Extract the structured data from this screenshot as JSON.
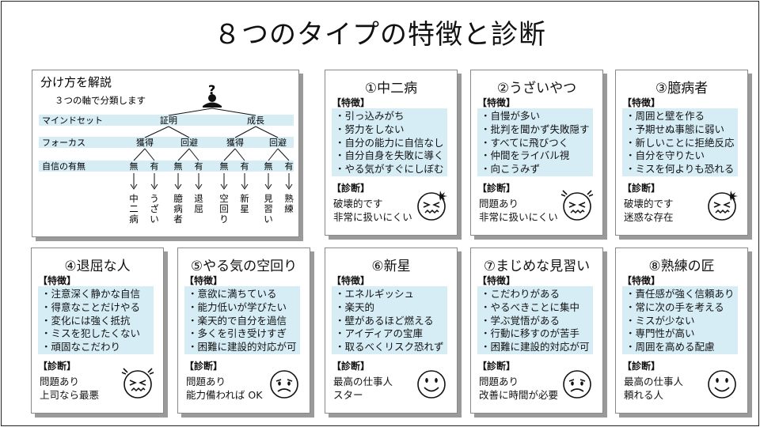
{
  "title": "８つのタイプの特徴と診断",
  "overview": {
    "title": "分け方を解説",
    "subtitle": "３つの軸で分類します",
    "rows": {
      "mind": {
        "label": "マインドセット",
        "values": [
          "証明",
          "成長"
        ]
      },
      "focus": {
        "label": "フォーカス",
        "values": [
          "獲得",
          "回避",
          "獲得",
          "回避"
        ]
      },
      "confidence": {
        "label": "自信の有無",
        "values": [
          "無",
          "有",
          "無",
          "有",
          "無",
          "有",
          "無",
          "有"
        ]
      }
    },
    "leaves": [
      "中二病",
      "うざい",
      "臆病者",
      "退屈",
      "空回り",
      "新星",
      "見習い",
      "熟練"
    ]
  },
  "labels": {
    "features": "【特徴】",
    "diagnosis": "【診断】"
  },
  "types": [
    {
      "name": "①中二病",
      "face": "angry-shock",
      "features": [
        "・引っ込みがち",
        "・努力をしない",
        "・自分の能力に自信なし",
        "・自分自身を失敗に導く",
        "・やる気がすぐにしぼむ"
      ],
      "diagnosis": [
        "破壊的です",
        "非常に扱いにくい"
      ]
    },
    {
      "name": "②うざいやつ",
      "face": "angry-alert",
      "features": [
        "・自慢が多い",
        "・批判を聞かず失敗隠す",
        "・すべてに飛びつく",
        "・仲間をライバル視",
        "・向こうみず"
      ],
      "diagnosis": [
        "問題あり",
        "非常に扱いにくい"
      ]
    },
    {
      "name": "③臆病者",
      "face": "angry-shock",
      "features": [
        "・周囲と壁を作る",
        "・予期せぬ事態に弱い",
        "・新しいことに拒絶反応",
        "・自分を守りたい",
        "・ミスを何よりも恐れる"
      ],
      "diagnosis": [
        "破壊的です",
        "迷惑な存在"
      ]
    },
    {
      "name": "④退屈な人",
      "face": "angry-alert",
      "features": [
        "・注意深く静かな自信",
        "・得意なことだけやる",
        "・変化には強く抵抗",
        "・ミスを犯したくない",
        "・頑固なこだわり"
      ],
      "diagnosis": [
        "問題あり",
        "上司なら最悪"
      ]
    },
    {
      "name": "⑤やる気の空回り",
      "face": "worried",
      "features": [
        "・意欲に満ちている",
        "・能力低いが学びたい",
        "・楽天的で自分を過信",
        "・多くを引き受けすぎ",
        "・困難に建設的対応が可"
      ],
      "diagnosis": [
        "問題あり",
        "能力備われば OK"
      ]
    },
    {
      "name": "⑥新星",
      "face": "smile",
      "features": [
        "・エネルギッシュ",
        "・楽天的",
        "・壁があるほど燃える",
        "・アイディアの宝庫",
        "・取るべくリスク恐れず"
      ],
      "diagnosis": [
        "最高の仕事人",
        "スター"
      ]
    },
    {
      "name": "⑦まじめな見習い",
      "face": "worried",
      "features": [
        "・こだわりがある",
        "・やるべきことに集中",
        "・学ぶ覚悟がある",
        "・行動に移すのが苦手",
        "・困難に建設的対応が可"
      ],
      "diagnosis": [
        "問題あり",
        "改善に時間が必要"
      ]
    },
    {
      "name": "⑧熟練の匠",
      "face": "smile",
      "features": [
        "・責任感が強く信頼あり",
        "・常に次の手を考える",
        "・ミスが少ない",
        "・専門性が高い",
        "・周囲を高める配慮"
      ],
      "diagnosis": [
        "最高の仕事人",
        "頼れる人"
      ]
    }
  ]
}
